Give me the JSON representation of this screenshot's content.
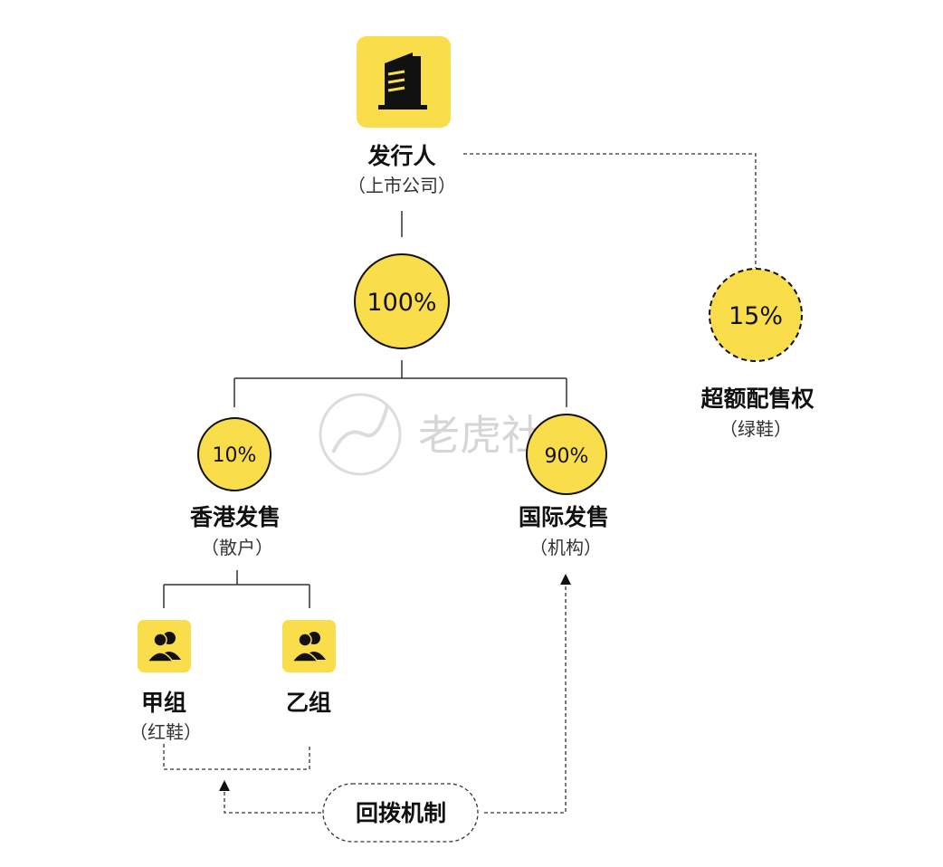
{
  "colors": {
    "accent": "#FADD4A",
    "line": "#333333",
    "watermark": "#D6D6D6"
  },
  "issuer": {
    "title": "发行人",
    "subtitle": "（上市公司）",
    "icon": "building-icon"
  },
  "total": {
    "percent": "100%"
  },
  "greenshoe": {
    "percent": "15%",
    "title": "超额配售权",
    "subtitle": "（绿鞋）"
  },
  "hk_offering": {
    "percent": "10%",
    "title": "香港发售",
    "subtitle": "（散户）"
  },
  "intl_offering": {
    "percent": "90%",
    "title": "国际发售",
    "subtitle": "（机构）"
  },
  "group_a": {
    "title": "甲组",
    "subtitle": "（红鞋）",
    "icon": "users-icon"
  },
  "group_b": {
    "title": "乙组",
    "icon": "users-icon"
  },
  "clawback": {
    "label": "回拨机制"
  },
  "watermark": {
    "text": "老虎社区"
  }
}
